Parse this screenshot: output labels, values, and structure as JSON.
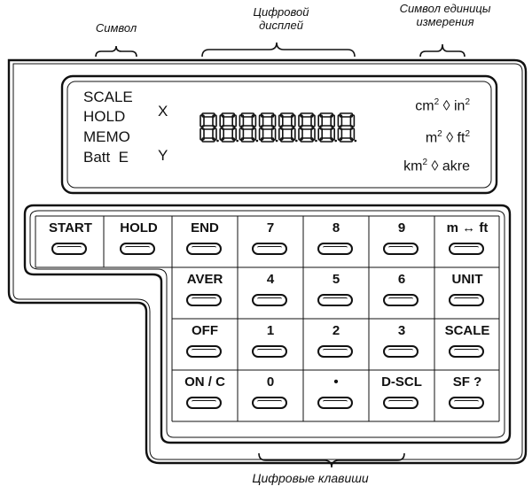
{
  "annotations": {
    "symbol": "Символ",
    "display": "Цифровой дисплей",
    "unit_symbol": "Символ единицы измерения",
    "keys": "Цифровые клавиши"
  },
  "display": {
    "status": [
      "SCALE",
      "HOLD",
      "MEMO",
      "Batt  E"
    ],
    "x_label": "X",
    "y_label": "Y",
    "digits": "88888888",
    "units": [
      {
        "a": "cm",
        "b": "in",
        "sup": "2",
        "sep": "◊"
      },
      {
        "a": "m",
        "b": "ft",
        "sup": "2",
        "sep": "◊"
      },
      {
        "a": "km",
        "b": "akre",
        "sup": "2",
        "sep": "◊"
      }
    ]
  },
  "keypad": {
    "keys": [
      "START",
      "HOLD",
      "END",
      "7",
      "8",
      "9",
      "m ↔ ft",
      "AVER",
      "4",
      "5",
      "6",
      "UNIT",
      "OFF",
      "1",
      "2",
      "3",
      "SCALE",
      "ON / C",
      "0",
      "•",
      "D-SCL",
      "SF ?"
    ]
  }
}
